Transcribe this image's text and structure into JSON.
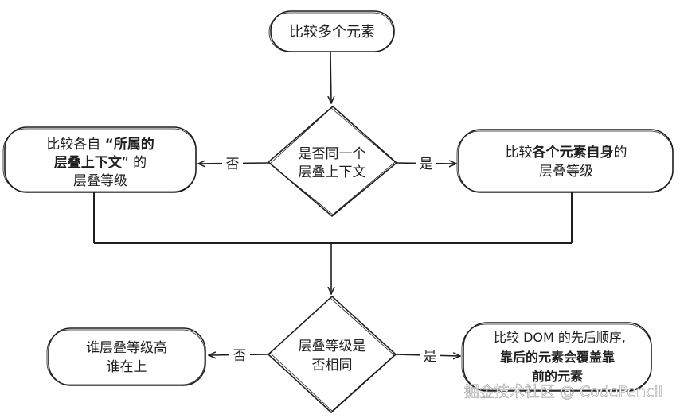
{
  "nodes": {
    "start": "比较多个元素",
    "decision_same_context": {
      "line1": "是否同一个",
      "line2": "层叠上下文"
    },
    "compare_parent_context": {
      "line1_plain": "比较各自 ",
      "line1_bold": "“所属的",
      "line2_bold": "层叠上下文",
      "line2_plain": "” 的",
      "line3": "层叠等级"
    },
    "compare_self_level": {
      "line1_plain": "比较",
      "line1_bold": "各个元素自身",
      "line1_end": "的",
      "line2": "层叠等级"
    },
    "decision_level_equal": {
      "line1": "层叠等级是",
      "line2": "否相同"
    },
    "higher_wins": {
      "line1": "谁层叠等级高",
      "line2": "谁在上"
    },
    "dom_order": {
      "line1": "比较 DOM 的先后顺序,",
      "line2_bold": "靠后的元素会覆盖靠",
      "line3_bold": "前的元素"
    }
  },
  "edge_labels": {
    "top_no": "否",
    "top_yes": "是",
    "bottom_no": "否",
    "bottom_yes": "是"
  },
  "watermark": "掘金技术社区 @ CodePencil",
  "colors": {
    "stroke": "#1e1e1e",
    "background": "#ffffff"
  }
}
